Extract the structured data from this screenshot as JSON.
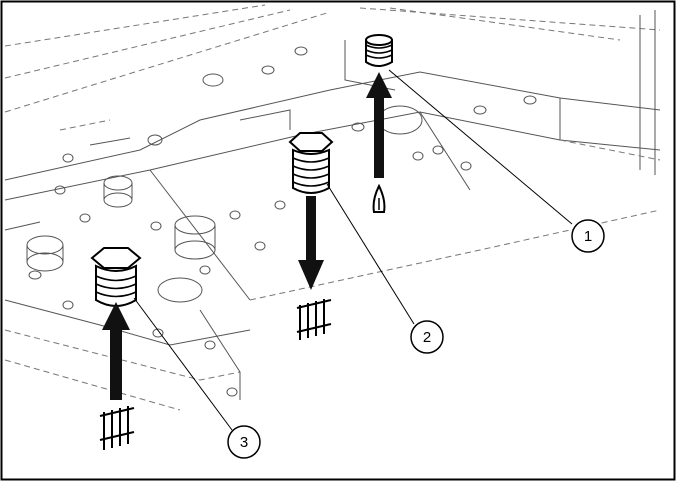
{
  "figure": {
    "callouts": [
      {
        "label": "1"
      },
      {
        "label": "2"
      },
      {
        "label": "3"
      }
    ]
  }
}
